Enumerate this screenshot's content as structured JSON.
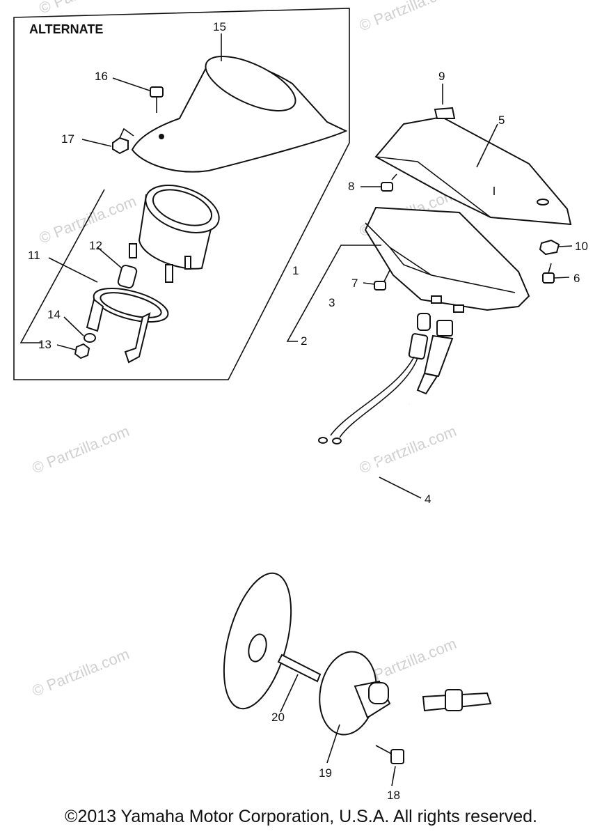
{
  "alternate_label": "ALTERNATE",
  "watermark": "© Partzilla.com",
  "copyright": "©2013  Yamaha Motor Corporation, U.S.A. All rights reserved.",
  "callouts": {
    "n1": "1",
    "n2": "2",
    "n3": "3",
    "n4": "4",
    "n5": "5",
    "n6": "6",
    "n7": "7",
    "n8": "8",
    "n9": "9",
    "n10": "10",
    "n11": "11",
    "n12": "12",
    "n13": "13",
    "n14": "14",
    "n15": "15",
    "n16": "16",
    "n17": "17",
    "n18": "18",
    "n19": "19",
    "n20": "20"
  }
}
